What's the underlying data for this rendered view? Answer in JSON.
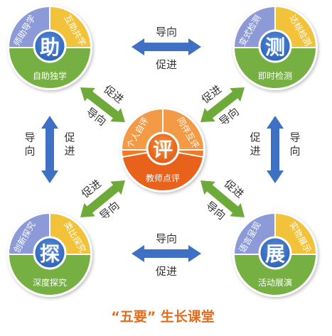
{
  "title": "“五要” 生长课堂",
  "colors": {
    "blue": "#8C9AD8",
    "yellow": "#F2C23A",
    "green": "#76B043",
    "orange": "#F3782E",
    "center_blue": "#2E6FC0",
    "center_orange": "#E8621C",
    "arrow_blue": "#3E71C3",
    "arrow_green": "#6EAA3A",
    "arrow_text": "#333333",
    "title_color": "#E46C1E"
  },
  "nodes": {
    "zhu": {
      "center": "助",
      "top_left": "师助导学",
      "top_right": "互助共学",
      "bottom": "自助独学"
    },
    "ce": {
      "center": "测",
      "top_left": "变式检测",
      "top_right": "达标检测",
      "bottom": "即时检测"
    },
    "ping": {
      "center": "评",
      "top_left": "个人自评",
      "top_right": "同伴互评",
      "bottom": "教师点评"
    },
    "tan": {
      "center": "探",
      "top_left": "创新探究",
      "top_right": "类比探究",
      "bottom": "深度探究"
    },
    "zhan": {
      "center": "展",
      "top_left": "语言呈现",
      "top_right": "实物展示",
      "bottom": "活动展演"
    }
  },
  "arrows": {
    "top": {
      "label_a": "导向",
      "label_b": "促进"
    },
    "bottom": {
      "label_a": "导向",
      "label_b": "促进"
    },
    "left": {
      "label_a": "导向",
      "label_b": "促进"
    },
    "right": {
      "label_a": "促进",
      "label_b": "导向"
    },
    "diag_tl": {
      "label_a": "导向",
      "label_b": "促进"
    },
    "diag_tr": {
      "label_a": "促进",
      "label_b": "导向"
    },
    "diag_bl": {
      "label_a": "导向",
      "label_b": "促进"
    },
    "diag_br": {
      "label_a": "促进",
      "label_b": "导向"
    }
  }
}
